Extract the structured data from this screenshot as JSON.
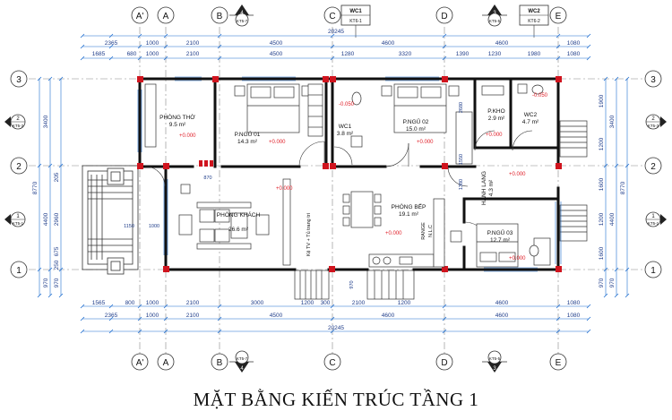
{
  "title": "MẶT BẰNG KIẾN TRÚC TẦNG 1",
  "colors": {
    "dimension": "#1f6fd0",
    "wall": "#111111",
    "column": "#d0141e",
    "level": "#e0202a",
    "grid": "#555555"
  },
  "grid_cols": [
    "A'",
    "A",
    "B",
    "C",
    "D",
    "E"
  ],
  "grid_rows": [
    "3",
    "2",
    "1"
  ],
  "section_top_left": {
    "num": "4",
    "sheet": "KT5-7"
  },
  "section_top_right": {
    "num": "3",
    "sheet": "KT5-5"
  },
  "section_bottom_left": {
    "num": "4",
    "sheet": "KT5-7"
  },
  "section_bottom_right": {
    "num": "3",
    "sheet": "KT5-5"
  },
  "detail_wc1": {
    "label": "WC1",
    "sheet": "KT6-1"
  },
  "detail_wc2": {
    "label": "WC2",
    "sheet": "KT6-2"
  },
  "section_left_2": {
    "num": "2",
    "sheet": "KT5-3"
  },
  "section_left_1": {
    "num": "1",
    "sheet": "KT5-1"
  },
  "section_right_2": {
    "num": "2",
    "sheet": "KT5-3"
  },
  "section_right_1": {
    "num": "1",
    "sheet": "KT5-1"
  },
  "dims_top": {
    "overall": "20245",
    "row1": [
      "2365",
      "1000",
      "2100",
      "4500",
      "4600",
      "4600",
      "1080"
    ],
    "row2": [
      "1685",
      "680",
      "1000",
      "2100",
      "4500",
      "1280",
      "3320",
      "1390",
      "1230",
      "1980",
      "1080"
    ]
  },
  "dims_bottom": {
    "overall": "20245",
    "row1": [
      "2365",
      "1000",
      "2100",
      "4500",
      "4600",
      "4600",
      "1080"
    ],
    "row2": [
      "1565",
      "800",
      "1000",
      "2100",
      "3000",
      "1200",
      "300",
      "2100",
      "1200",
      "4600",
      "1080"
    ]
  },
  "dims_left": {
    "overall": "8770",
    "outer": [
      "3400",
      "4400",
      "970"
    ],
    "inner": [
      "205",
      "2960",
      "675",
      "250",
      "970"
    ]
  },
  "dims_right": {
    "overall": "8770",
    "outer": [
      "3400",
      "4400",
      "970"
    ],
    "inner": [
      "1900",
      "1200",
      "1600",
      "1200",
      "1600",
      "970"
    ]
  },
  "rooms": {
    "tho": {
      "name": "PHÒNG THỜ",
      "area": "9.5 m²"
    },
    "ngu01": {
      "name": "P.NGỦ 01",
      "area": "14.3 m²"
    },
    "wc1": {
      "name": "WC1",
      "area": "3.8 m²"
    },
    "ngu02": {
      "name": "P.NGỦ 02",
      "area": "15.0 m²"
    },
    "kho": {
      "name": "P.KHO",
      "area": "2.9 m²"
    },
    "wc2": {
      "name": "WC2",
      "area": "4.7 m²"
    },
    "khach": {
      "name": "PHÒNG KHÁCH",
      "area": "26.6 m²"
    },
    "bep": {
      "name": "PHÒNG BẾP",
      "area": "19.1 m²"
    },
    "hanhlang": {
      "name": "HÀNH LANG",
      "area": "4.3 m²"
    },
    "ngu03": {
      "name": "P.NGỦ 03",
      "area": "12.7 m²"
    }
  },
  "levels": {
    "floor": "+0.000",
    "wet": "-0.050"
  },
  "annotations": {
    "ke_tv": "Kệ TV + Tủ trang trí",
    "range": "RANGE",
    "nlc": "N.L.C",
    "dim_870": "870",
    "dim_1150": "1150",
    "dim_1000": "1000",
    "dim_2680": "2680",
    "dim_1550": "1550",
    "dim_1380": "1380",
    "dim_970": "970"
  }
}
